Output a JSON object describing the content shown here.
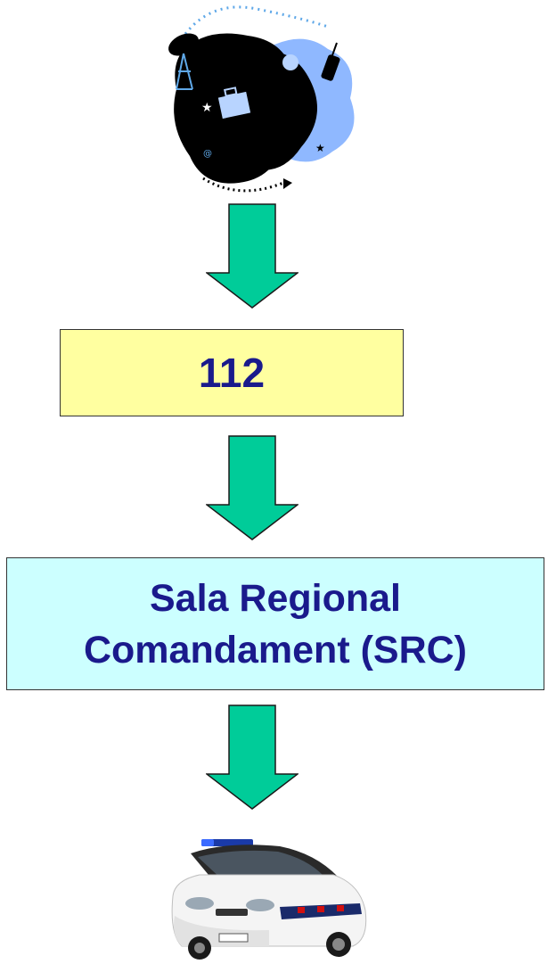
{
  "nodes": [
    {
      "id": "caller",
      "kind": "clipart",
      "icon": "caller-clipart-icon"
    },
    {
      "id": "emergency-112",
      "label": "112",
      "fill": "#ffffa0"
    },
    {
      "id": "src",
      "label_lines": [
        "Sala Regional",
        "Comandament (SRC)"
      ],
      "fill": "#ccffff"
    },
    {
      "id": "police-car",
      "kind": "photo",
      "icon": "police-car-icon"
    }
  ],
  "edges": [
    {
      "from": "caller",
      "to": "emergency-112"
    },
    {
      "from": "emergency-112",
      "to": "src"
    },
    {
      "from": "src",
      "to": "police-car"
    }
  ],
  "colors": {
    "arrow_fill": "#00cc99",
    "box_text": "#1a1a8c",
    "box_border": "#333333"
  }
}
